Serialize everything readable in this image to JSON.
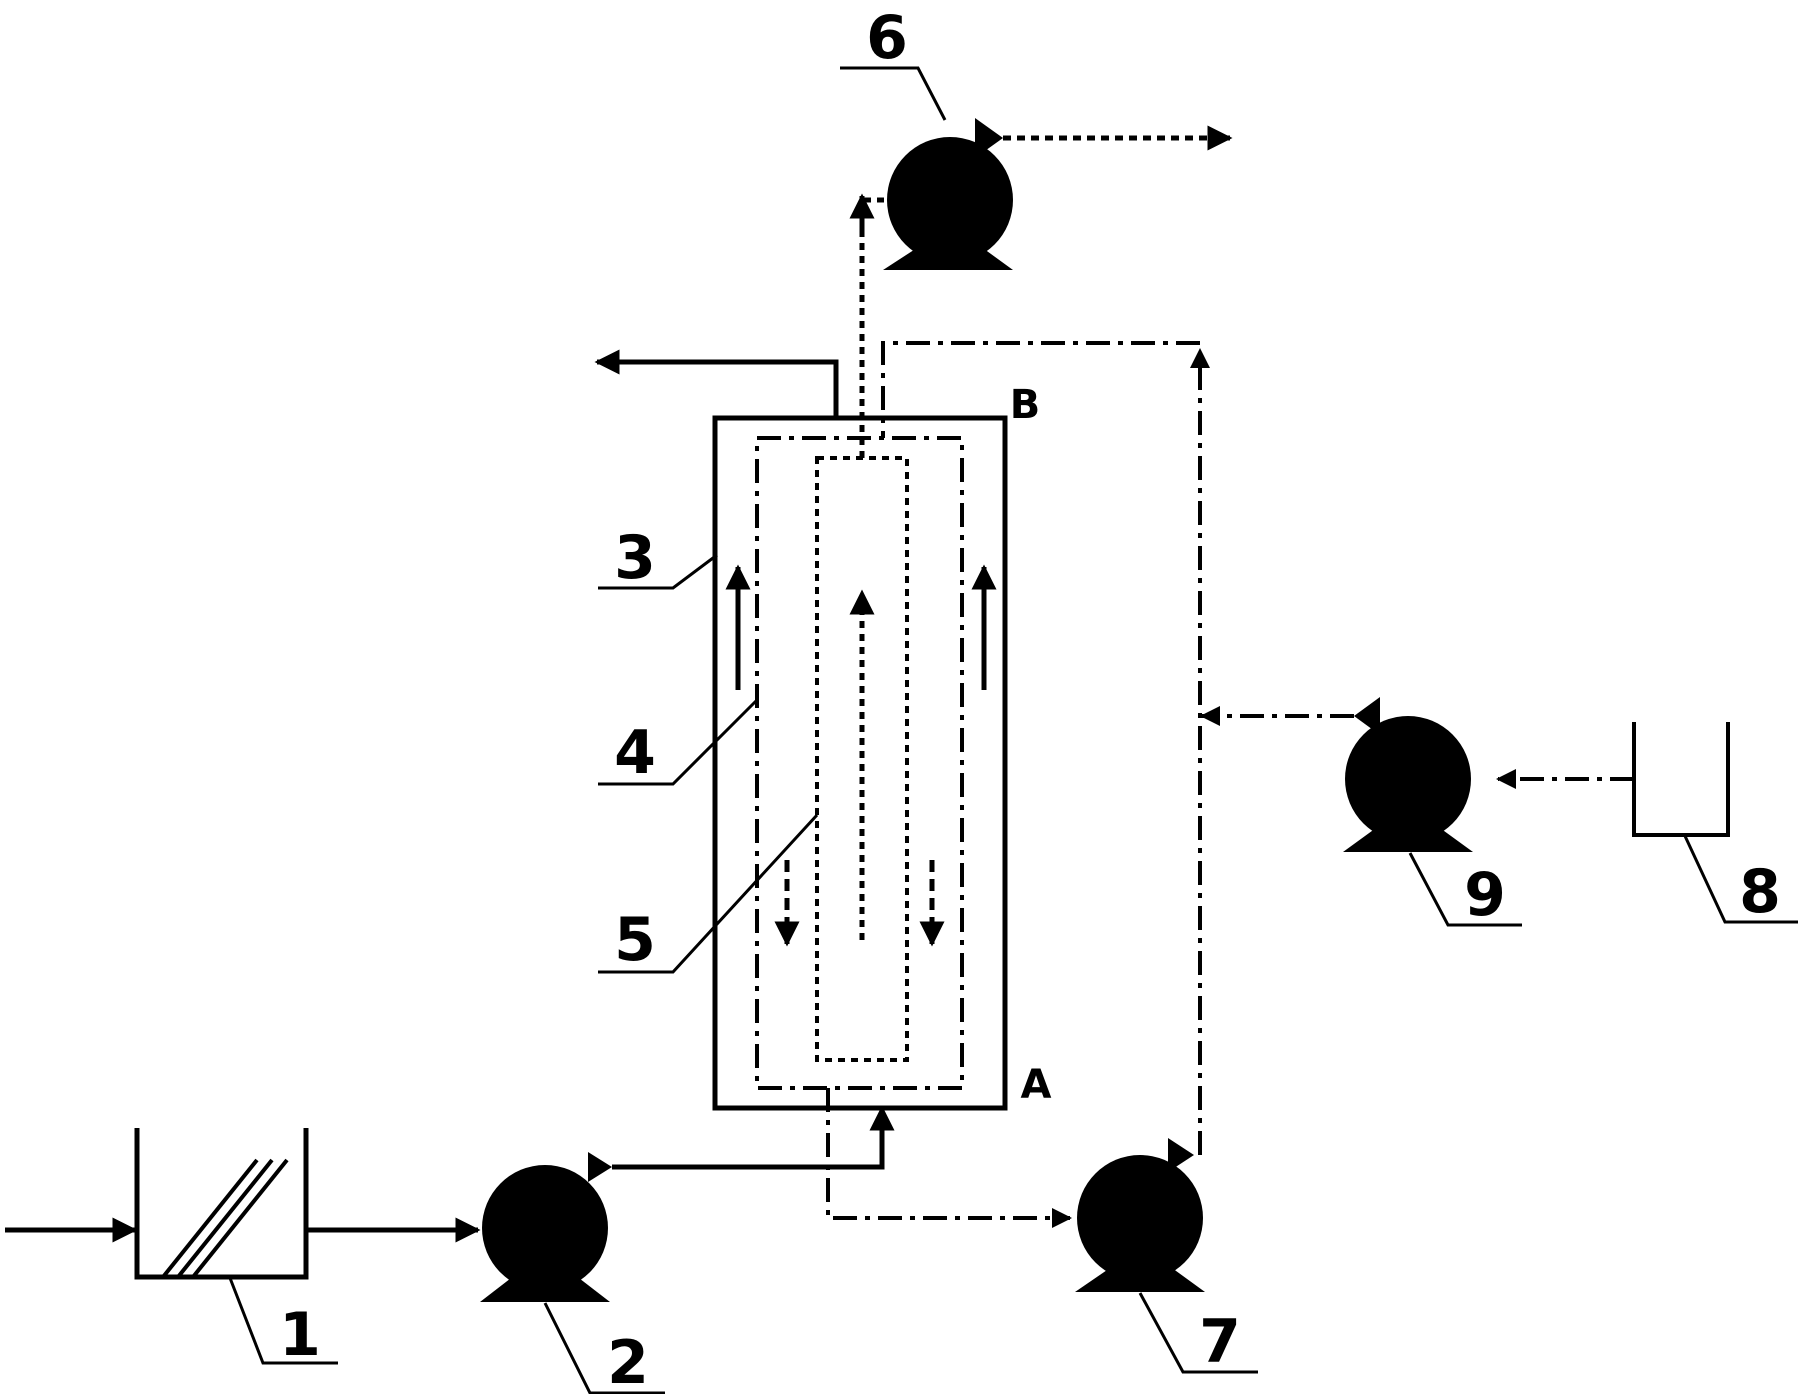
{
  "labels": {
    "screen": "1",
    "feed_pump": "2",
    "reactor_shell": "3",
    "outer_membrane": "4",
    "inner_membrane": "5",
    "suction_pump": "6",
    "recirculation_pump": "7",
    "dosing_tank": "8",
    "dosing_pump": "9"
  },
  "points": {
    "top": "B",
    "bottom": "A"
  }
}
